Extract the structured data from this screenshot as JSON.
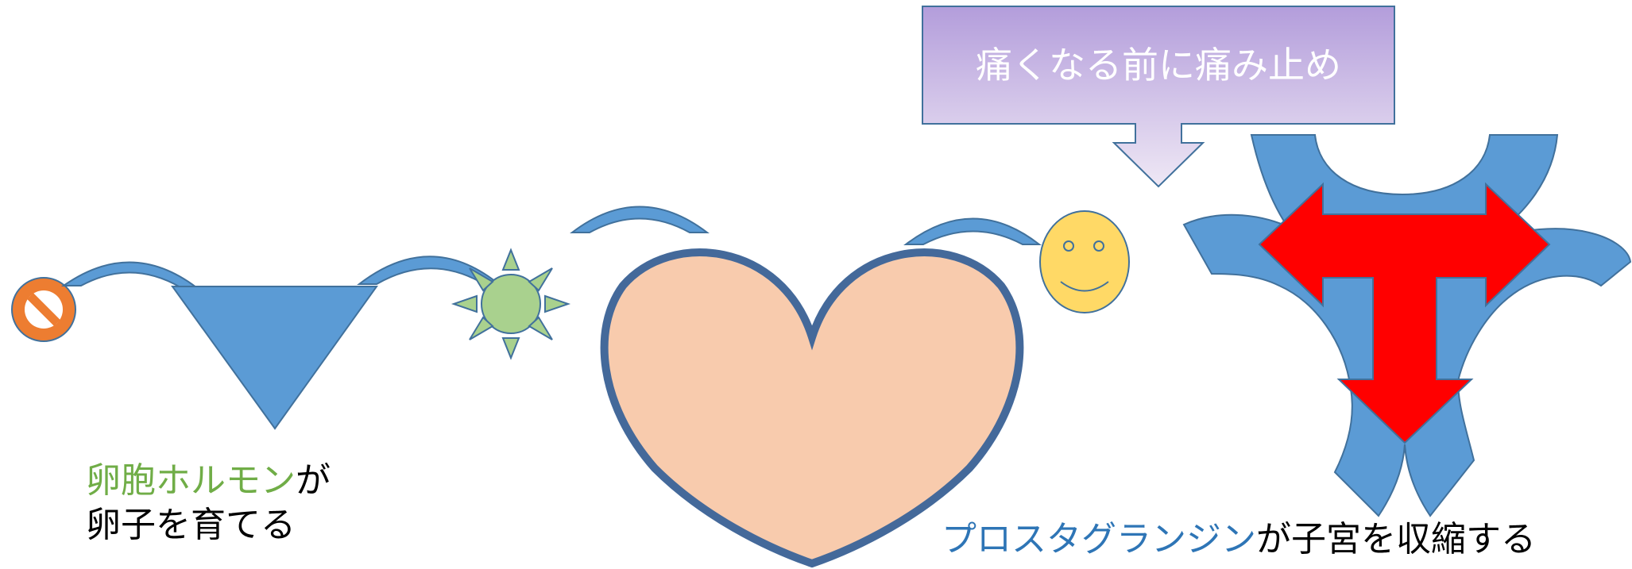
{
  "callout": {
    "text": "痛くなる前に痛み止め",
    "gradient_top": "#b39ddb",
    "gradient_bottom": "#efe8f5",
    "border": "#41719c"
  },
  "label_left": {
    "line1_green": "卵胞ホルモン",
    "line1_black": "が",
    "line2": "卵子を育てる",
    "green": "#70ad47",
    "black": "#000000"
  },
  "label_bottom": {
    "blue": "プロスタグランジン",
    "black": "が子宮を収縮する",
    "blue_color": "#2e75b6"
  },
  "colors": {
    "shape_blue": "#5b9bd5",
    "shape_border": "#41719c",
    "heart_fill": "#f8cbad",
    "heart_border": "#44699a",
    "no_symbol": "#ed7d31",
    "sun": "#a9d18e",
    "smiley": "#ffd966",
    "arrow_red": "#ff0000"
  },
  "icons": [
    "no-symbol-icon",
    "sun-icon",
    "smiley-face-icon",
    "heart-shape",
    "triangle-shape",
    "t-arrow-icon",
    "tri-curve-shape"
  ]
}
